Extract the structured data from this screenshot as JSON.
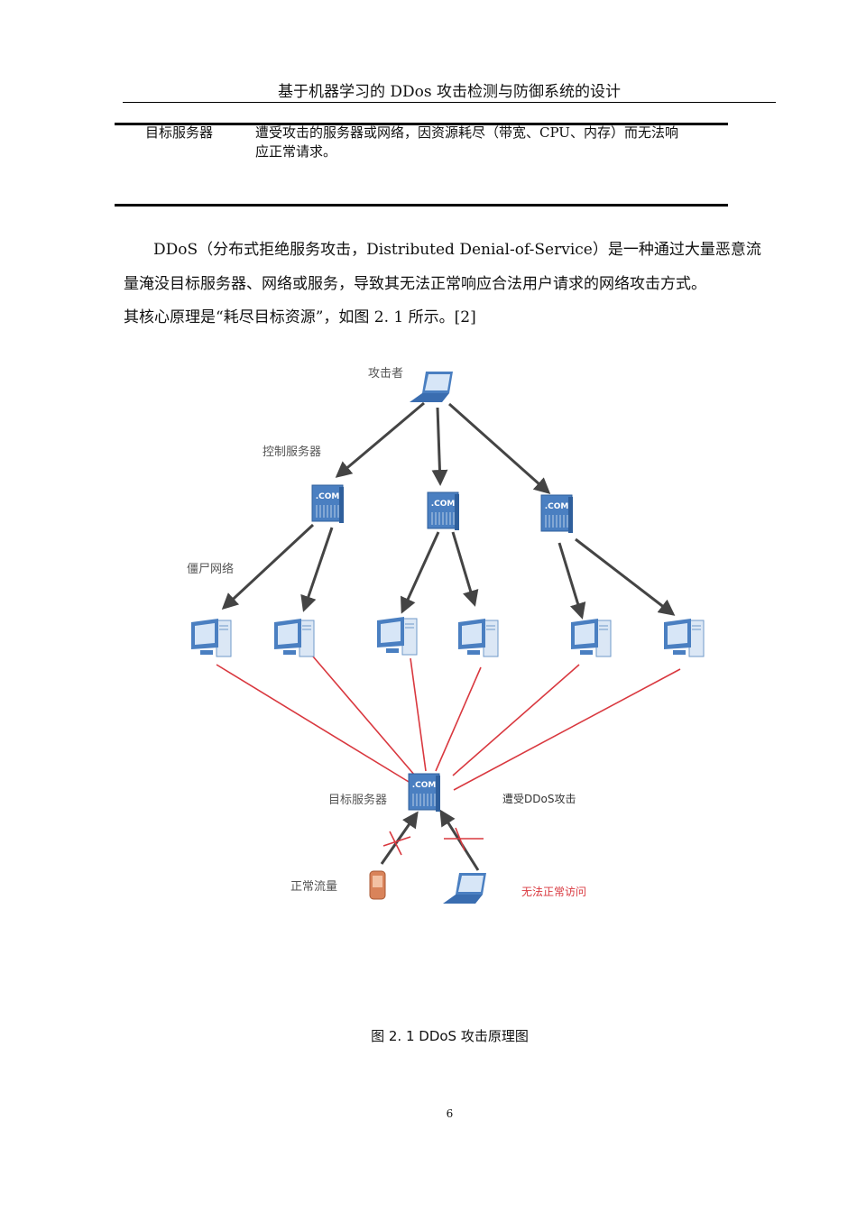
{
  "header": {
    "title": "基于机器学习的 DDos 攻击检测与防御系统的设计"
  },
  "table": {
    "rows": [
      {
        "term": "目标服务器",
        "description_line1": "遭受攻击的服务器或网络，因资源耗尽（带宽、CPU、内存）而无法响",
        "description_line2": "应正常请求。"
      }
    ]
  },
  "body": {
    "paragraph_lines": [
      "DDoS（分布式拒绝服务攻击，Distributed Denial-of-Service）是一种通过大量恶意流",
      "量淹没目标服务器、网络或服务，导致其无法正常响应合法用户请求的网络攻击方式。",
      "其核心原理是“耗尽目标资源”，如图 2. 1 所示。[2]"
    ]
  },
  "figure": {
    "labels": {
      "attacker": "攻击者",
      "control_servers": "控制服务器",
      "botnet": "僵尸网络",
      "target_server": "目标服务器",
      "under_attack": "遭受DDoS攻击",
      "normal_traffic": "正常流量",
      "no_access": "无法正常访问"
    },
    "server_badge": ".COM",
    "colors": {
      "device_blue": "#4a7fc1",
      "attack_line": "#d9383f",
      "arrow": "#444444",
      "no_access_text": "#d9383f",
      "phone": "#d9835a"
    },
    "caption": "图 2. 1 DDoS 攻击原理图"
  },
  "footer": {
    "page_number": "6"
  }
}
